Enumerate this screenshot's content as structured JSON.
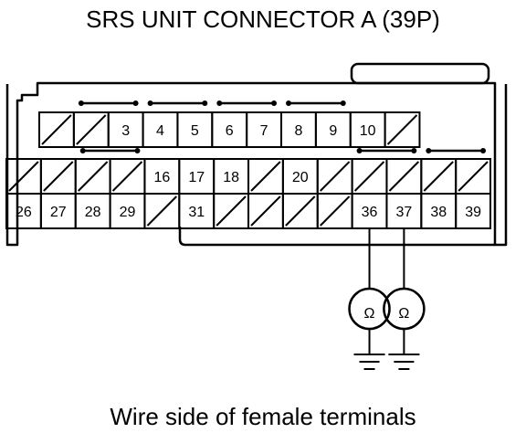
{
  "title": "SRS UNIT CONNECTOR A (39P)",
  "caption": "Wire side of female terminals",
  "ohm_symbol": "Ω",
  "connector": {
    "rows": [
      [
        {
          "id": 1,
          "label": "",
          "used": false
        },
        {
          "id": 2,
          "label": "",
          "used": false
        },
        {
          "id": 3,
          "label": "3",
          "used": true
        },
        {
          "id": 4,
          "label": "4",
          "used": true
        },
        {
          "id": 5,
          "label": "5",
          "used": true
        },
        {
          "id": 6,
          "label": "6",
          "used": true
        },
        {
          "id": 7,
          "label": "7",
          "used": true
        },
        {
          "id": 8,
          "label": "8",
          "used": true
        },
        {
          "id": 9,
          "label": "9",
          "used": true
        },
        {
          "id": 10,
          "label": "10",
          "used": true
        },
        {
          "id": 11,
          "label": "",
          "used": false
        }
      ],
      [
        {
          "id": 12,
          "label": "",
          "used": false
        },
        {
          "id": 13,
          "label": "",
          "used": false
        },
        {
          "id": 14,
          "label": "",
          "used": false
        },
        {
          "id": 15,
          "label": "",
          "used": false
        },
        {
          "id": 16,
          "label": "16",
          "used": true
        },
        {
          "id": 17,
          "label": "17",
          "used": true
        },
        {
          "id": 18,
          "label": "18",
          "used": true
        },
        {
          "id": 19,
          "label": "",
          "used": false
        },
        {
          "id": 20,
          "label": "20",
          "used": true
        },
        {
          "id": 21,
          "label": "",
          "used": false
        },
        {
          "id": 22,
          "label": "",
          "used": false
        },
        {
          "id": 23,
          "label": "",
          "used": false
        },
        {
          "id": 24,
          "label": "",
          "used": false
        },
        {
          "id": 25,
          "label": "",
          "used": false
        }
      ],
      [
        {
          "id": 26,
          "label": "26",
          "used": true
        },
        {
          "id": 27,
          "label": "27",
          "used": true
        },
        {
          "id": 28,
          "label": "28",
          "used": true
        },
        {
          "id": 29,
          "label": "29",
          "used": true
        },
        {
          "id": 30,
          "label": "",
          "used": false
        },
        {
          "id": 31,
          "label": "31",
          "used": true
        },
        {
          "id": 32,
          "label": "",
          "used": false
        },
        {
          "id": 33,
          "label": "",
          "used": false
        },
        {
          "id": 34,
          "label": "",
          "used": false
        },
        {
          "id": 35,
          "label": "",
          "used": false
        },
        {
          "id": 36,
          "label": "36",
          "used": true
        },
        {
          "id": 37,
          "label": "37",
          "used": true
        },
        {
          "id": 38,
          "label": "38",
          "used": true
        },
        {
          "id": 39,
          "label": "39",
          "used": true
        }
      ]
    ],
    "shorting_bars": [
      {
        "row": 0,
        "from": 1,
        "to": 2
      },
      {
        "row": 0,
        "from": 3,
        "to": 4
      },
      {
        "row": 0,
        "from": 5,
        "to": 6
      },
      {
        "row": 0,
        "from": 7,
        "to": 8
      },
      {
        "row": 1,
        "from": 2,
        "to": 3
      },
      {
        "row": 1,
        "from": 10,
        "to": 11
      },
      {
        "row": 1,
        "from": 12,
        "to": 13
      }
    ],
    "meter_terminals": [
      36,
      37
    ]
  }
}
